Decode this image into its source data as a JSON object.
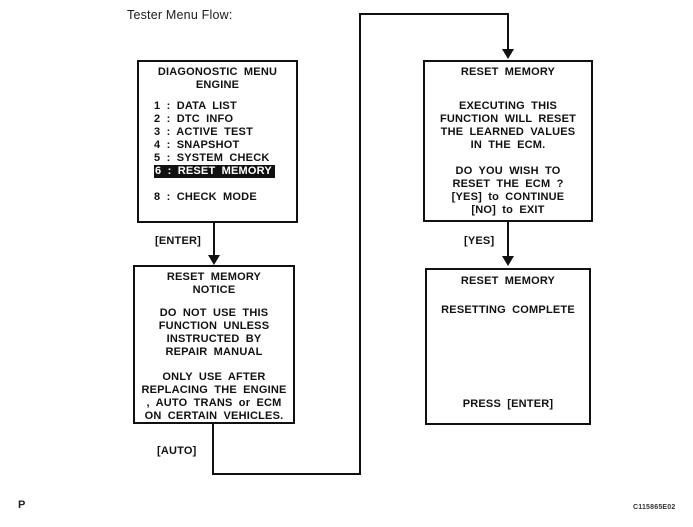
{
  "title": "Tester Menu Flow:",
  "diagnostic_menu": {
    "heading": [
      "DIAGONOSTIC MENU",
      "ENGINE"
    ],
    "items": [
      "1 : DATA LIST",
      "2 : DTC INFO",
      "3 : ACTIVE TEST",
      "4 : SNAPSHOT",
      "5 : SYSTEM CHECK",
      "6 : RESET MEMORY"
    ],
    "highlighted_item_index": 5,
    "item_8": "8 : CHECK MODE"
  },
  "reset_confirm": {
    "title": "RESET MEMORY",
    "para1": [
      "EXECUTING THIS",
      "FUNCTION WILL RESET",
      "THE LEARNED VALUES",
      "IN THE ECM."
    ],
    "para2": [
      "DO YOU WISH TO",
      "RESET THE ECM ?",
      "[YES] to CONTINUE",
      "[NO] to EXIT"
    ]
  },
  "reset_notice": {
    "heading": [
      "RESET MEMORY",
      "NOTICE"
    ],
    "para1": [
      "DO NOT USE THIS",
      "FUNCTION UNLESS",
      "INSTRUCTED BY",
      "REPAIR MANUAL"
    ],
    "para2": [
      "ONLY USE AFTER",
      "REPLACING THE ENGINE",
      ", AUTO TRANS or ECM",
      "ON CERTAIN VEHICLES."
    ]
  },
  "reset_complete": {
    "title": "RESET MEMORY",
    "status": "RESETTING COMPLETE",
    "prompt": "PRESS [ENTER]"
  },
  "connectors": {
    "enter_label": "[ENTER]",
    "yes_label": "[YES]",
    "auto_label": "[AUTO]"
  },
  "footer": {
    "page_marker": "P",
    "figure_code": "C115865E02"
  },
  "colors": {
    "ink": "#111111",
    "paper": "#ffffff",
    "highlight_bg": "#111111",
    "highlight_text": "#ffffff"
  }
}
